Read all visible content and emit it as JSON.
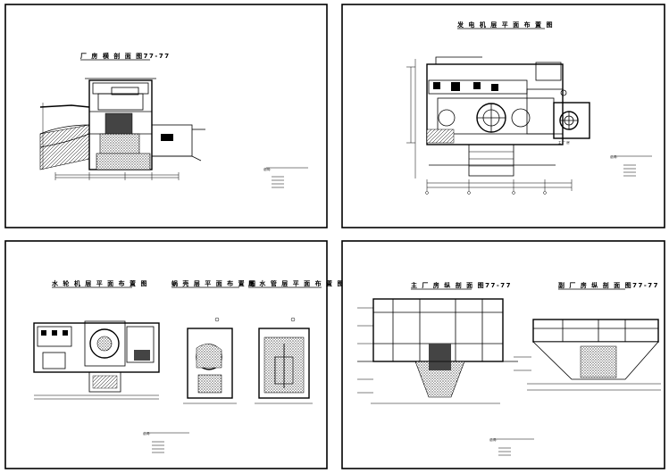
{
  "sheets": [
    {
      "title": "厂 房 横 剖 面 图77-77",
      "note_label": "说明：",
      "scale_note": ""
    },
    {
      "title": "发 电 机 层 平 面 布 置 图",
      "side_label": "主 厂 房",
      "note_label": "说明："
    },
    {
      "title_a": "水 轮 机 层 平 面 布 置 图",
      "title_b": "蜗 壳 层 平 面 布 置 图",
      "title_c": "尾 水 管 层 平 面 布 置 图",
      "note_label": "说明："
    },
    {
      "title_a": "主 厂 房 纵 剖 面 图77-77",
      "title_b": "副 厂 房 纵 剖 面 图77-77",
      "note_label": "说明："
    }
  ]
}
